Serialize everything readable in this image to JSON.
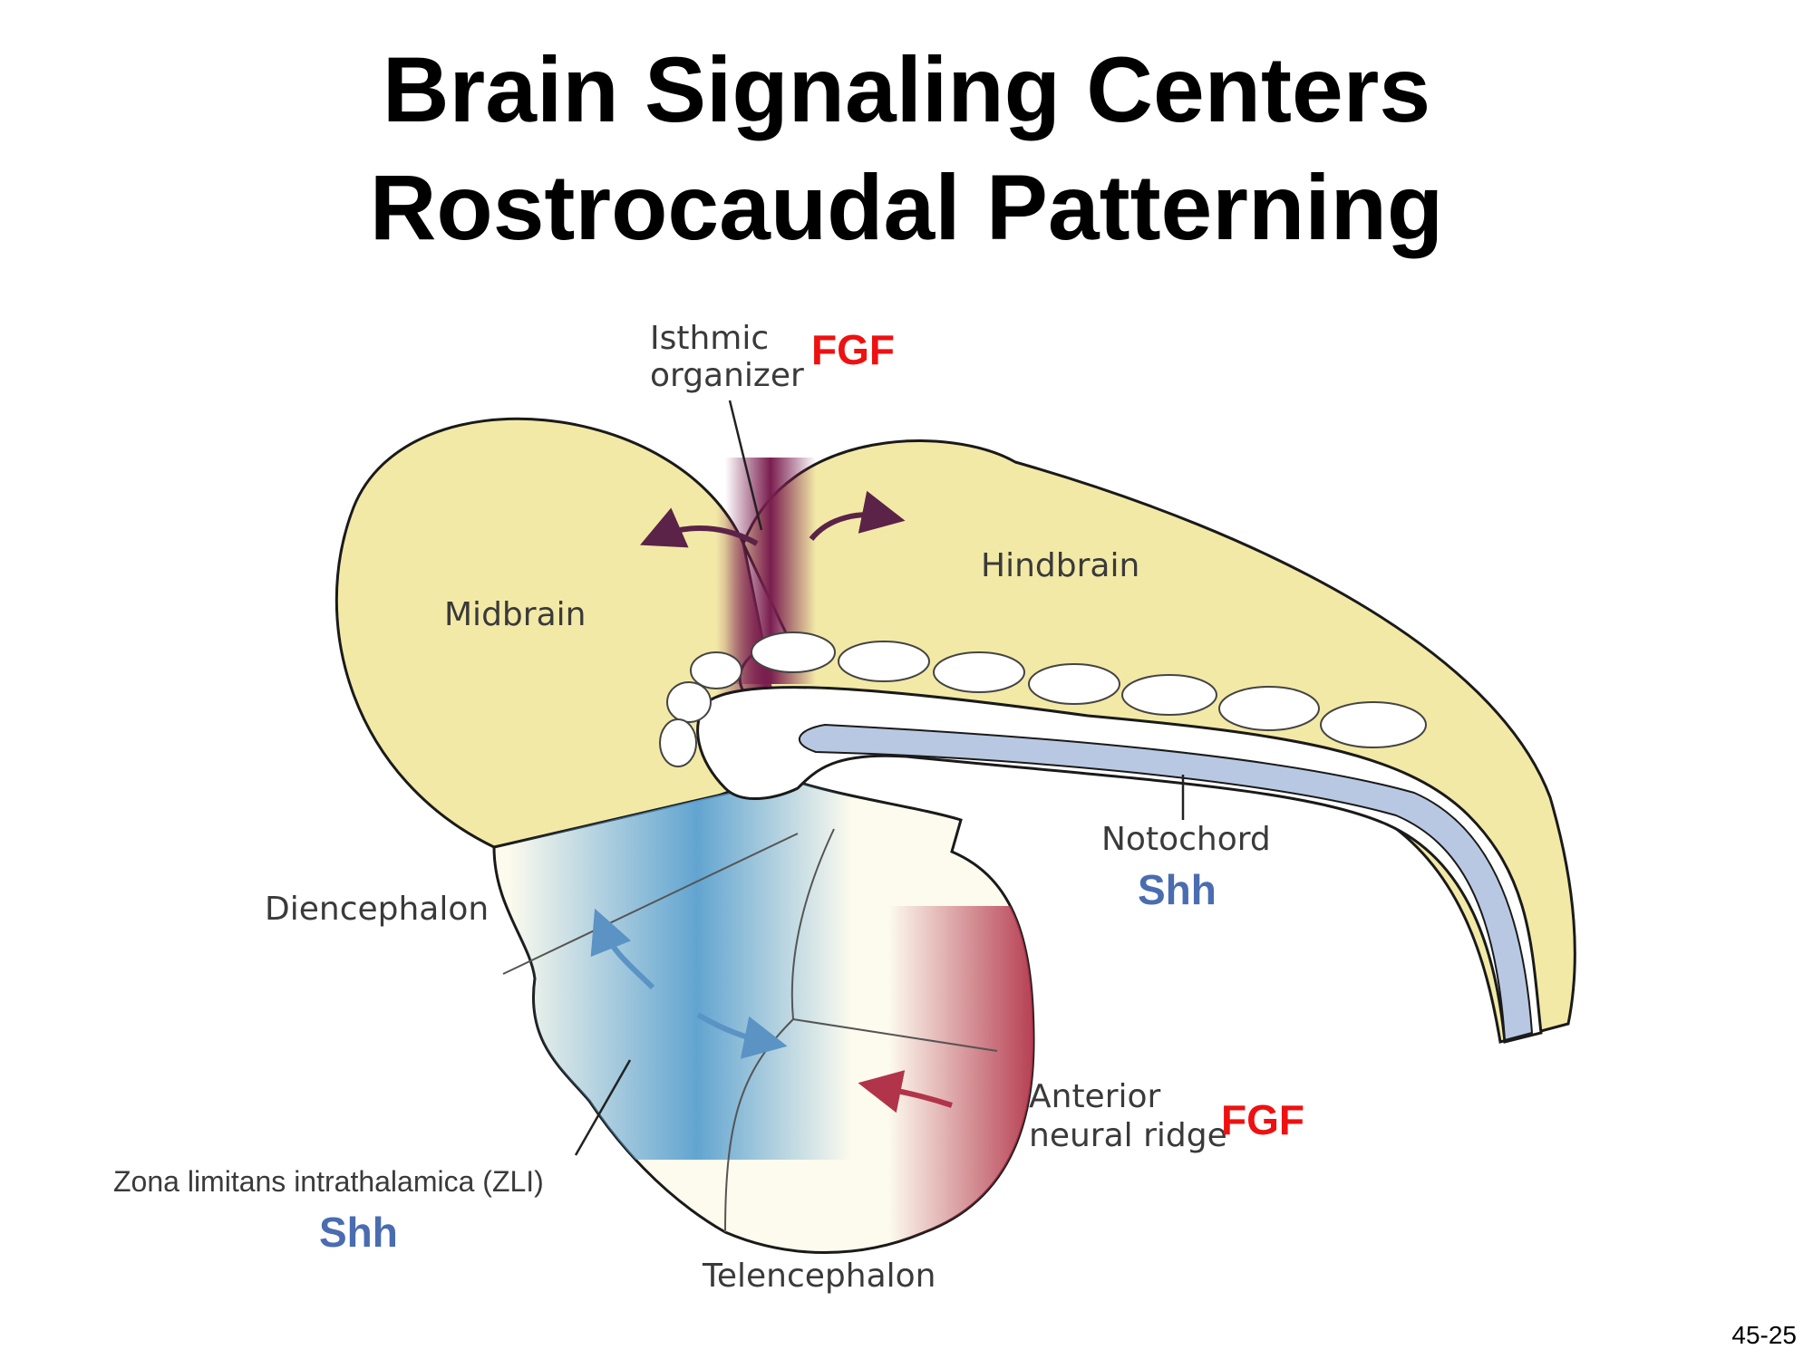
{
  "slide": {
    "title_line1": "Brain Signaling Centers",
    "title_line2": "Rostrocaudal Patterning",
    "page_number": "45-25"
  },
  "labels": {
    "isthmic_1": "Isthmic",
    "isthmic_2": "organizer",
    "midbrain": "Midbrain",
    "hindbrain": "Hindbrain",
    "notochord": "Notochord",
    "diencephalon": "Diencephalon",
    "anterior_1": "Anterior",
    "anterior_2": "neural ridge",
    "zli": "Zona limitans intrathalamica (ZLI)",
    "telencephalon": "Telencephalon"
  },
  "signals": {
    "fgf_isthmic": "FGF",
    "fgf_anr": "FGF",
    "shh_notochord": "Shh",
    "shh_zli": "Shh"
  },
  "colors": {
    "fgf": "#ee1111",
    "shh": "#4a6cb0",
    "tissue_yellow": "#f2e9a6",
    "isthmus_purple": "#7a1e4f",
    "zli_blue": "#5aa0cf",
    "anr_red": "#b2344a",
    "notochord_blue": "#b9c8e2"
  }
}
